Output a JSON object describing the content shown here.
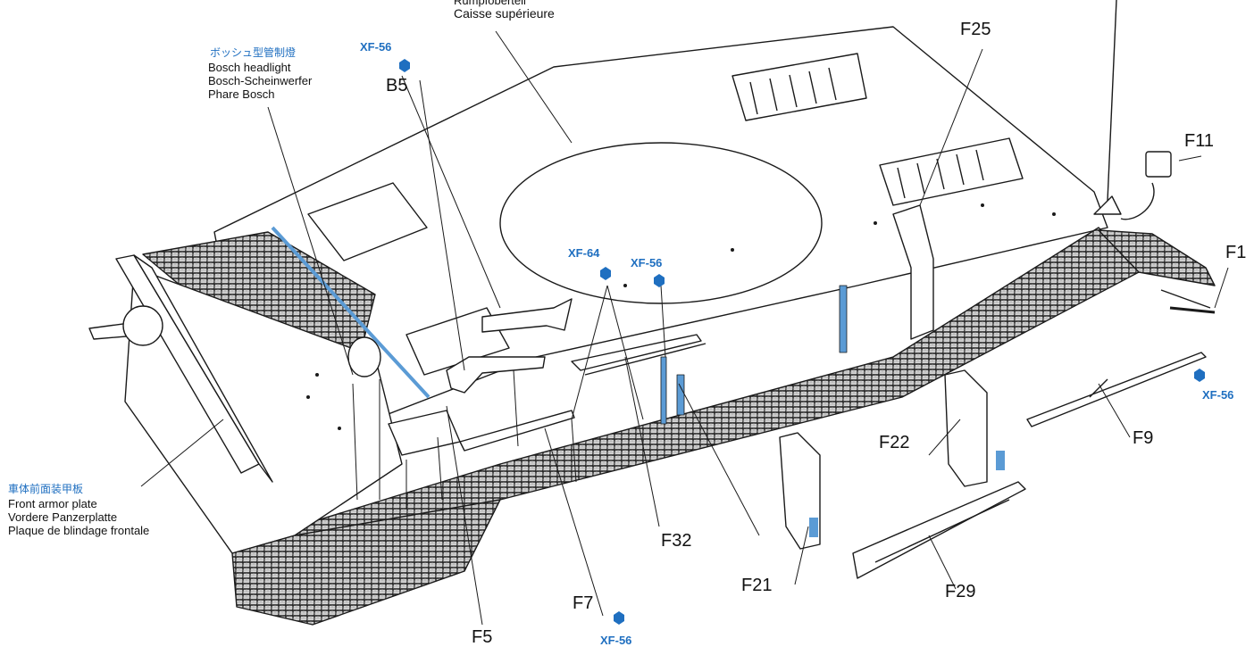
{
  "colors": {
    "ink": "#1a1a1a",
    "accent": "#1f6fc0",
    "part_blue": "#5b9bd5",
    "plate_fill": "#dcdcdc"
  },
  "labels": {
    "hull_top": {
      "en": "Rumpfoberteil",
      "fr": "Caisse supérieure"
    },
    "headlight": {
      "jp": "ボッシュ型管制燈",
      "en": "Bosch headlight",
      "de": "Bosch-Scheinwerfer",
      "fr": "Phare Bosch"
    },
    "front_plate": {
      "jp": "車体前面装甲板",
      "en": "Front armor plate",
      "de": "Vordere Panzerplatte",
      "fr": "Plaque de blindage frontale"
    }
  },
  "parts": {
    "b5": "B5",
    "f25": "F25",
    "f11": "F11",
    "f1": "F1",
    "f9": "F9",
    "f22": "F22",
    "f21": "F21",
    "f29": "F29",
    "f32": "F32",
    "f5": "F5",
    "f7": "F7"
  },
  "paints": {
    "xf56": "XF-56",
    "xf64": "XF-64"
  }
}
